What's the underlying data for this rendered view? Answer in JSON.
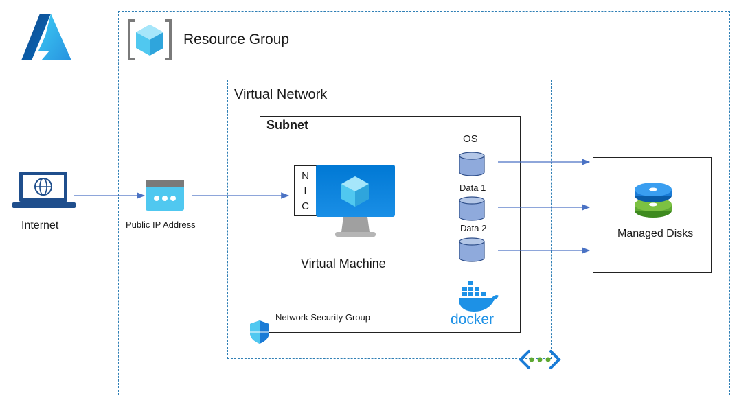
{
  "labels": {
    "resource_group": "Resource Group",
    "virtual_network": "Virtual Network",
    "subnet": "Subnet",
    "internet": "Internet",
    "public_ip": "Public IP Address",
    "nic": [
      "N",
      "I",
      "C"
    ],
    "virtual_machine": "Virtual Machine",
    "nsg": "Network Security Group",
    "os": "OS",
    "data1": "Data 1",
    "data2": "Data 2",
    "managed_disks": "Managed Disks",
    "docker": "docker"
  },
  "icons": {
    "azure": "azure-logo-icon",
    "resource_group": "resource-group-icon",
    "internet": "laptop-globe-icon",
    "public_ip": "public-ip-icon",
    "vm": "virtual-machine-icon",
    "disk": "disk-cylinder-icon",
    "managed_disks": "managed-disks-icon",
    "nsg": "shield-icon",
    "docker": "docker-whale-icon",
    "vnet": "vnet-connector-icon"
  },
  "colors": {
    "azure_blue": "#0078d4",
    "dashed_border": "#2f7fb5",
    "arrow": "#4a72c4",
    "disk_fill": "#8faadc",
    "disk_stroke": "#2f4f8a",
    "docker_blue": "#1d91e6",
    "green": "#5ea832"
  }
}
